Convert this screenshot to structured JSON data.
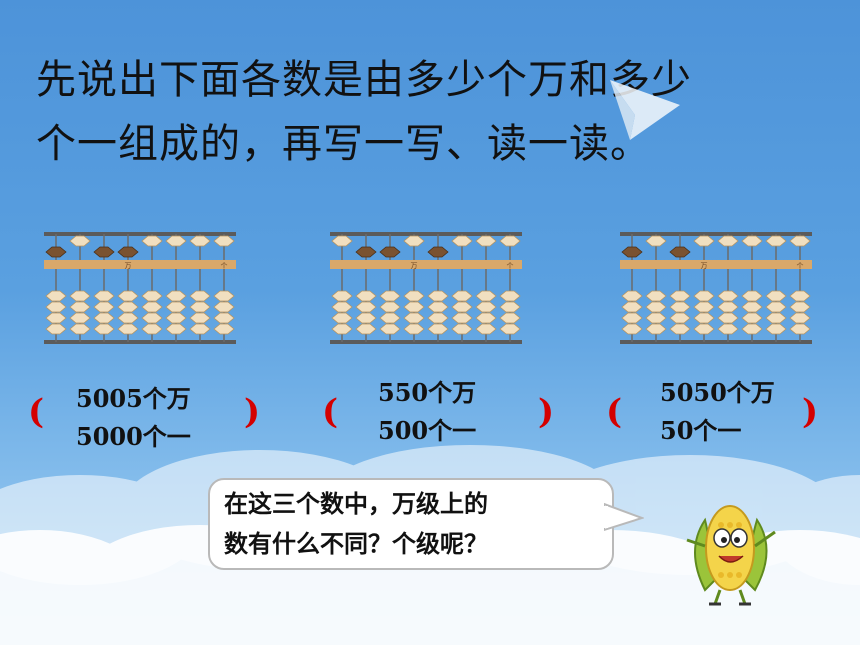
{
  "title": {
    "line1": "先说出下面各数是由多少个万和多少",
    "line2": "个一组成的，再写一写、读一读。"
  },
  "abacus_labels": {
    "wan": "万",
    "ge": "个"
  },
  "answers": [
    {
      "line1": "5005个万",
      "line2": "5000个一",
      "open": "(",
      "close": ")"
    },
    {
      "line1": "550个万",
      "line2": "500个一",
      "open": "(",
      "close": ")"
    },
    {
      "line1": "5050个万",
      "line2": "50个一",
      "open": "(",
      "close": ")"
    }
  ],
  "bubble": {
    "line1": "在这三个数中，万级上的",
    "line2": "数有什么不同？个级呢？"
  },
  "colors": {
    "background": "#5aa0e0",
    "paren": "#d40000",
    "bead_light": "#f1dfc0",
    "bead_dark": "#7a5230",
    "frame": "#d9a86a"
  },
  "icons": [
    "paper-plane-icon",
    "corn-mascot-icon",
    "cloud-icon"
  ]
}
